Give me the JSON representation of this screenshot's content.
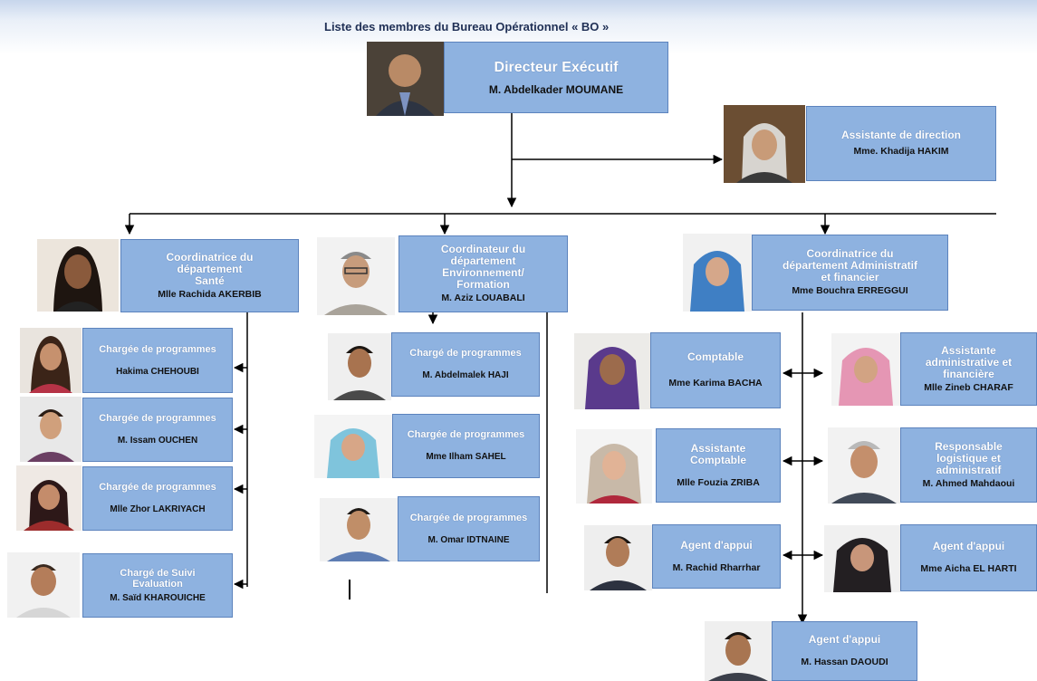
{
  "title": "Liste des membres du Bureau Opérationnel « BO »",
  "director": {
    "role": "Directeur Exécutif",
    "name": "M. Abdelkader MOUMANE"
  },
  "assistant_direction": {
    "role": "Assistante de direction",
    "name": "Mme. Khadija HAKIM"
  },
  "departments": {
    "sante": {
      "role_lines": [
        "Coordinatrice du",
        "département",
        "Santé"
      ],
      "name": "Mlle  Rachida  AKERBIB",
      "members": [
        {
          "role": "Chargée de programmes",
          "name": "Hakima CHEHOUBI"
        },
        {
          "role": "Chargée de programmes",
          "name": "M. Issam OUCHEN"
        },
        {
          "role": "Chargée de programmes",
          "name": "Mlle Zhor  LAKRIYACH"
        },
        {
          "role_lines": [
            "Chargé de Suivi",
            "Evaluation"
          ],
          "name": "M. Saïd KHAROUICHE"
        }
      ]
    },
    "environnement": {
      "role_lines": [
        "Coordinateur du",
        "département",
        "Environnement/",
        "Formation"
      ],
      "name": "M. Aziz LOUABALI",
      "members": [
        {
          "role": "Chargé de programmes",
          "name": "M. Abdelmalek  HAJI"
        },
        {
          "role": "Chargée de programmes",
          "name": "Mme Ilham SAHEL"
        },
        {
          "role": "Chargée de programmes",
          "name": "M. Omar IDTNAINE"
        }
      ]
    },
    "administratif": {
      "role_lines": [
        "Coordinatrice du",
        "département Administratif",
        "et financier"
      ],
      "name": "Mme Bouchra ERREGGUI",
      "members": [
        {
          "role": "Comptable",
          "name": "Mme Karima BACHA"
        },
        {
          "role_lines": [
            "Assistante",
            "administrative et",
            "financière"
          ],
          "name": "Mlle Zineb  CHARAF"
        },
        {
          "role_lines": [
            "Assistante",
            "Comptable"
          ],
          "name": "Mlle Fouzia  ZRIBA"
        },
        {
          "role_lines": [
            "Responsable",
            "logistique et",
            "administratif"
          ],
          "name": "M. Ahmed  Mahdaoui"
        },
        {
          "role": "Agent d'appui",
          "name": "M. Rachid  Rharrhar"
        },
        {
          "role": "Agent d'appui",
          "name": "Mme Aicha  EL HARTI"
        },
        {
          "role": "Agent d'appui",
          "name": "M. Hassan DAOUDI"
        }
      ]
    }
  },
  "colors": {
    "box_fill": "#8eb2e0",
    "box_border": "#5c83bd",
    "role_text": "#ffffff",
    "name_text": "#111111",
    "connector": "#000000"
  }
}
